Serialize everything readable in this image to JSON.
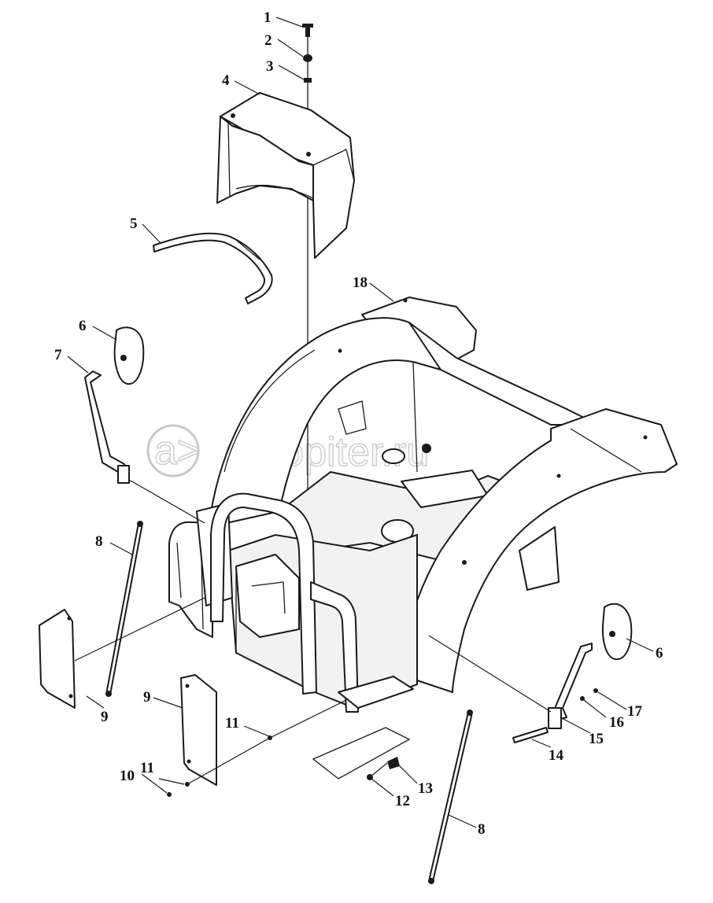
{
  "watermark": {
    "text": "autopiter.ru",
    "logo_glyph": "a>"
  },
  "callouts": [
    {
      "id": "c1",
      "text": "1"
    },
    {
      "id": "c2",
      "text": "2"
    },
    {
      "id": "c3",
      "text": "3"
    },
    {
      "id": "c4",
      "text": "4"
    },
    {
      "id": "c5",
      "text": "5"
    },
    {
      "id": "c6a",
      "text": "6"
    },
    {
      "id": "c6b",
      "text": "6"
    },
    {
      "id": "c7",
      "text": "7"
    },
    {
      "id": "c8a",
      "text": "8"
    },
    {
      "id": "c8b",
      "text": "8"
    },
    {
      "id": "c9a",
      "text": "9"
    },
    {
      "id": "c9b",
      "text": "9"
    },
    {
      "id": "c10",
      "text": "10"
    },
    {
      "id": "c11a",
      "text": "11"
    },
    {
      "id": "c11b",
      "text": "11"
    },
    {
      "id": "c12",
      "text": "12"
    },
    {
      "id": "c13",
      "text": "13"
    },
    {
      "id": "c14",
      "text": "14"
    },
    {
      "id": "c15",
      "text": "15"
    },
    {
      "id": "c16",
      "text": "16"
    },
    {
      "id": "c17",
      "text": "17"
    },
    {
      "id": "c18",
      "text": "18"
    }
  ]
}
